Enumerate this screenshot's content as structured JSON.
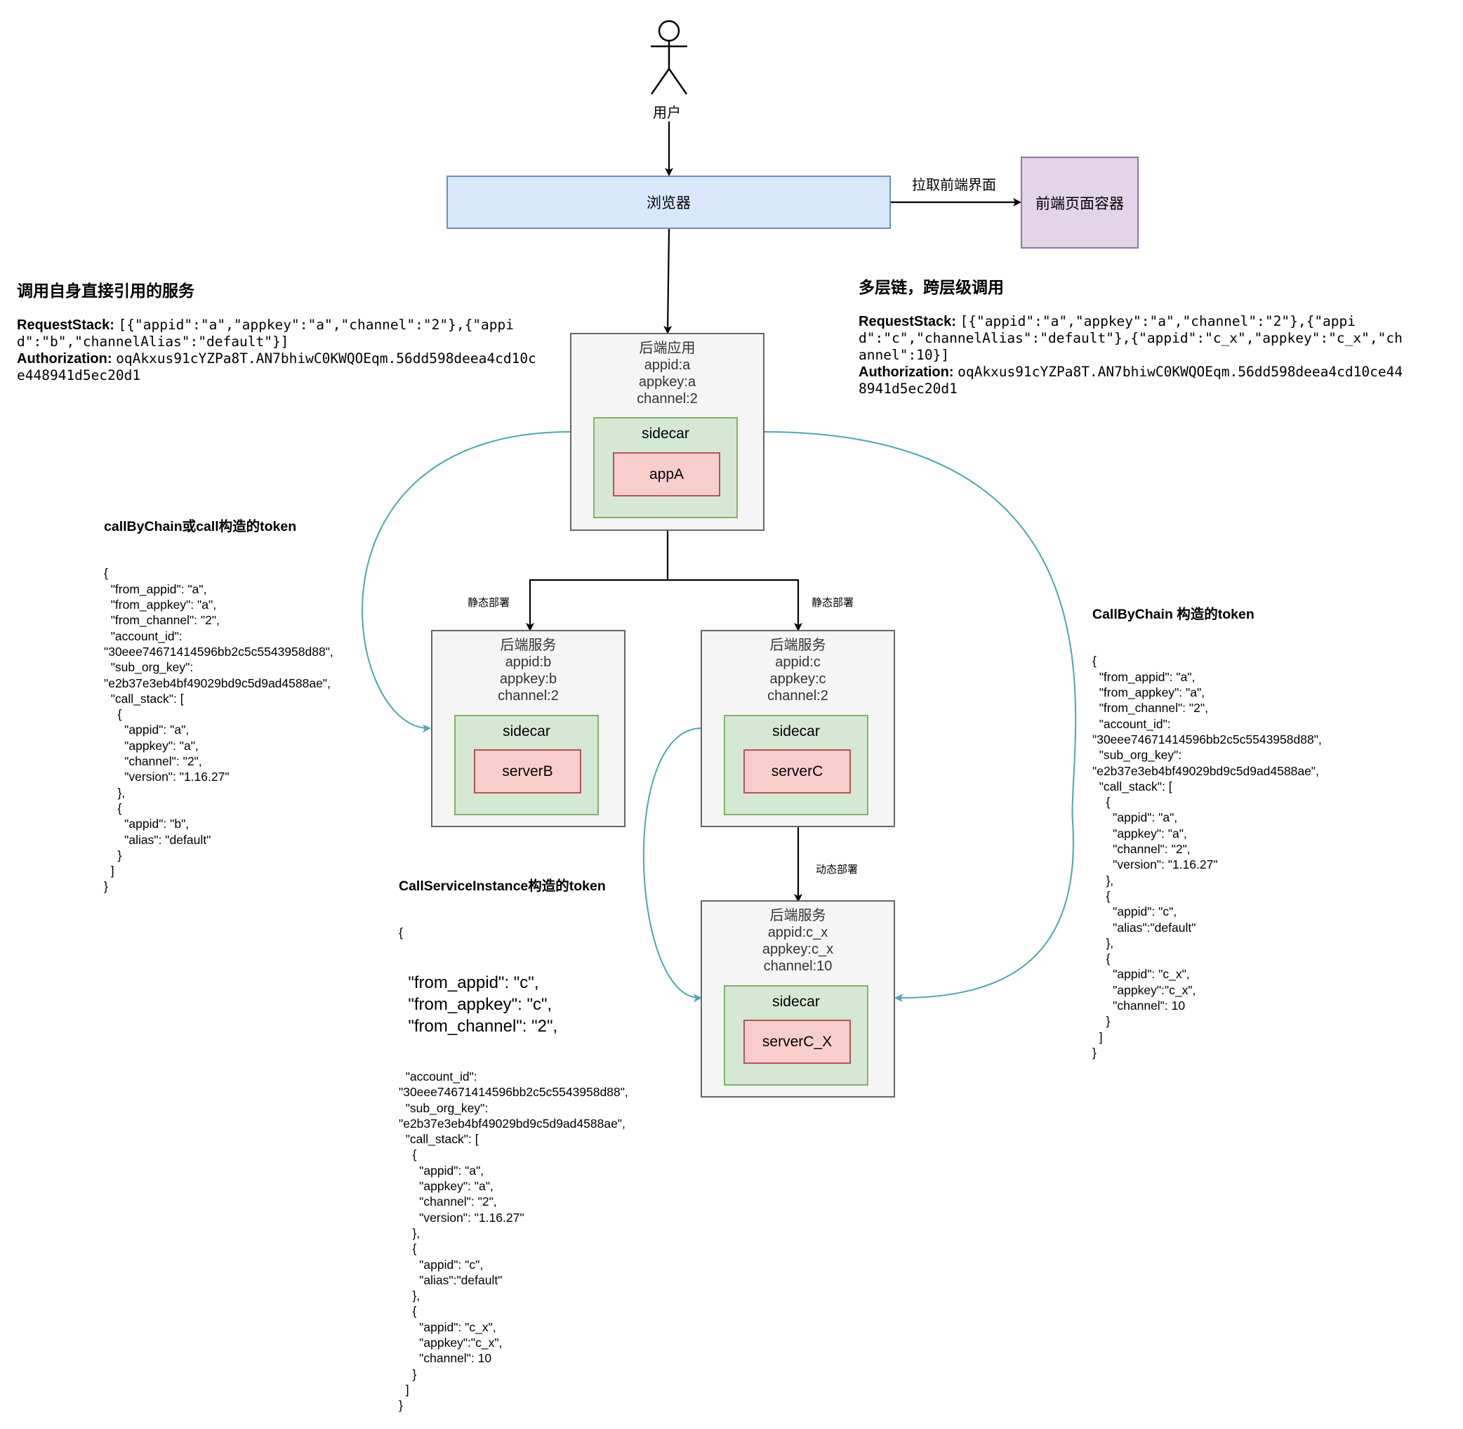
{
  "user": {
    "label": "用户"
  },
  "browser": {
    "label": "浏览器"
  },
  "container": {
    "label": "前端页面容器"
  },
  "pull_label": "拉取前端界面",
  "left_heading": {
    "title": "调用自身直接引用的服务",
    "rs_key": "RequestStack:",
    "rs_line1": "[{\"appid\":\"a\",\"appkey\":\"a\",\"channel\":\"2\"},{\"appi",
    "rs_line2": "d\":\"b\",\"channelAlias\":\"default\"}]",
    "auth_key": "Authorization:",
    "auth_line1": "oqAkxus91cYZPa8T.AN7bhiwC0KWQOEqm.56dd598deea4cd10c",
    "auth_line2": "e448941d5ec20d1"
  },
  "right_heading": {
    "title": "多层链，跨层级调用",
    "rs_key": "RequestStack:",
    "rs_line1": "[{\"appid\":\"a\",\"appkey\":\"a\",\"channel\":\"2\"},{\"appi",
    "rs_line2": "d\":\"c\",\"channelAlias\":\"default\"},{\"appid\":\"c_x\",\"appkey\":\"c_x\",\"ch",
    "rs_line3": "annel\":10}]",
    "auth_key": "Authorization:",
    "auth_line1": "oqAkxus91cYZPa8T.AN7bhiwC0KWQOEqm.56dd598deea4cd10ce44",
    "auth_line2": "8941d5ec20d1"
  },
  "services": {
    "a": {
      "title": "后端应用",
      "appid": "appid:a",
      "appkey": "appkey:a",
      "channel": "channel:2",
      "sidecar": "sidecar",
      "app": "appA"
    },
    "b": {
      "title": "后端服务",
      "appid": "appid:b",
      "appkey": "appkey:b",
      "channel": "channel:2",
      "sidecar": "sidecar",
      "app": "serverB"
    },
    "c": {
      "title": "后端服务",
      "appid": "appid:c",
      "appkey": "appkey:c",
      "channel": "channel:2",
      "sidecar": "sidecar",
      "app": "serverC"
    },
    "cx": {
      "title": "后端服务",
      "appid": "appid:c_x",
      "appkey": "appkey:c_x",
      "channel": "channel:10",
      "sidecar": "sidecar",
      "app": "serverC_X"
    }
  },
  "edge_labels": {
    "static_left": "静态部署",
    "static_right": "静态部署",
    "dynamic": "动态部署"
  },
  "token_left": {
    "title": "callByChain或call构造的token",
    "lines": [
      "{",
      "  \"from_appid\": \"a\",",
      "  \"from_appkey\": \"a\",",
      "  \"from_channel\": \"2\",",
      "  \"account_id\":",
      "\"30eee74671414596bb2c5c5543958d88\",",
      "  \"sub_org_key\":",
      "\"e2b37e3eb4bf49029bd9c5d9ad4588ae\",",
      "  \"call_stack\": [",
      "    {",
      "      \"appid\": \"a\",",
      "      \"appkey\": \"a\",",
      "      \"channel\": \"2\",",
      "      \"version\": \"1.16.27\"",
      "    },",
      "    {",
      "      \"appid\": \"b\",",
      "      \"alias\": \"default\"",
      "    }",
      "  ]",
      "}"
    ]
  },
  "token_mid": {
    "title": "CallServiceInstance构造的token",
    "open": "{",
    "big_lines": [
      "  \"from_appid\": \"c\",",
      "  \"from_appkey\": \"c\",",
      "  \"from_channel\": \"2\","
    ],
    "lines": [
      "  \"account_id\":",
      "\"30eee74671414596bb2c5c5543958d88\",",
      "  \"sub_org_key\":",
      "\"e2b37e3eb4bf49029bd9c5d9ad4588ae\",",
      "  \"call_stack\": [",
      "    {",
      "      \"appid\": \"a\",",
      "      \"appkey\": \"a\",",
      "      \"channel\": \"2\",",
      "      \"version\": \"1.16.27\"",
      "    },",
      "    {",
      "      \"appid\": \"c\",",
      "      \"alias\":\"default\"",
      "    },",
      "    {",
      "      \"appid\": \"c_x\",",
      "      \"appkey\":\"c_x\",",
      "      \"channel\": 10",
      "    }",
      "  ]",
      "}"
    ]
  },
  "token_right": {
    "title": "CallByChain 构造的token",
    "lines": [
      "{",
      "  \"from_appid\": \"a\",",
      "  \"from_appkey\": \"a\",",
      "  \"from_channel\": \"2\",",
      "  \"account_id\":",
      "\"30eee74671414596bb2c5c5543958d88\",",
      "  \"sub_org_key\":",
      "\"e2b37e3eb4bf49029bd9c5d9ad4588ae\",",
      "  \"call_stack\": [",
      "    {",
      "      \"appid\": \"a\",",
      "      \"appkey\": \"a\",",
      "      \"channel\": \"2\",",
      "      \"version\": \"1.16.27\"",
      "    },",
      "    {",
      "      \"appid\": \"c\",",
      "      \"alias\":\"default\"",
      "    },",
      "    {",
      "      \"appid\": \"c_x\",",
      "      \"appkey\":\"c_x\",",
      "      \"channel\": 10",
      "    }",
      "  ]",
      "}"
    ]
  },
  "colors": {
    "edge": "#000000",
    "curve": "#4aa8b0",
    "browser_fill": "#dae8fc",
    "container_fill": "#e1d5e7",
    "service_fill": "#f5f5f5",
    "sidecar_fill": "#d5e8d4",
    "app_fill": "#f8cecc"
  }
}
